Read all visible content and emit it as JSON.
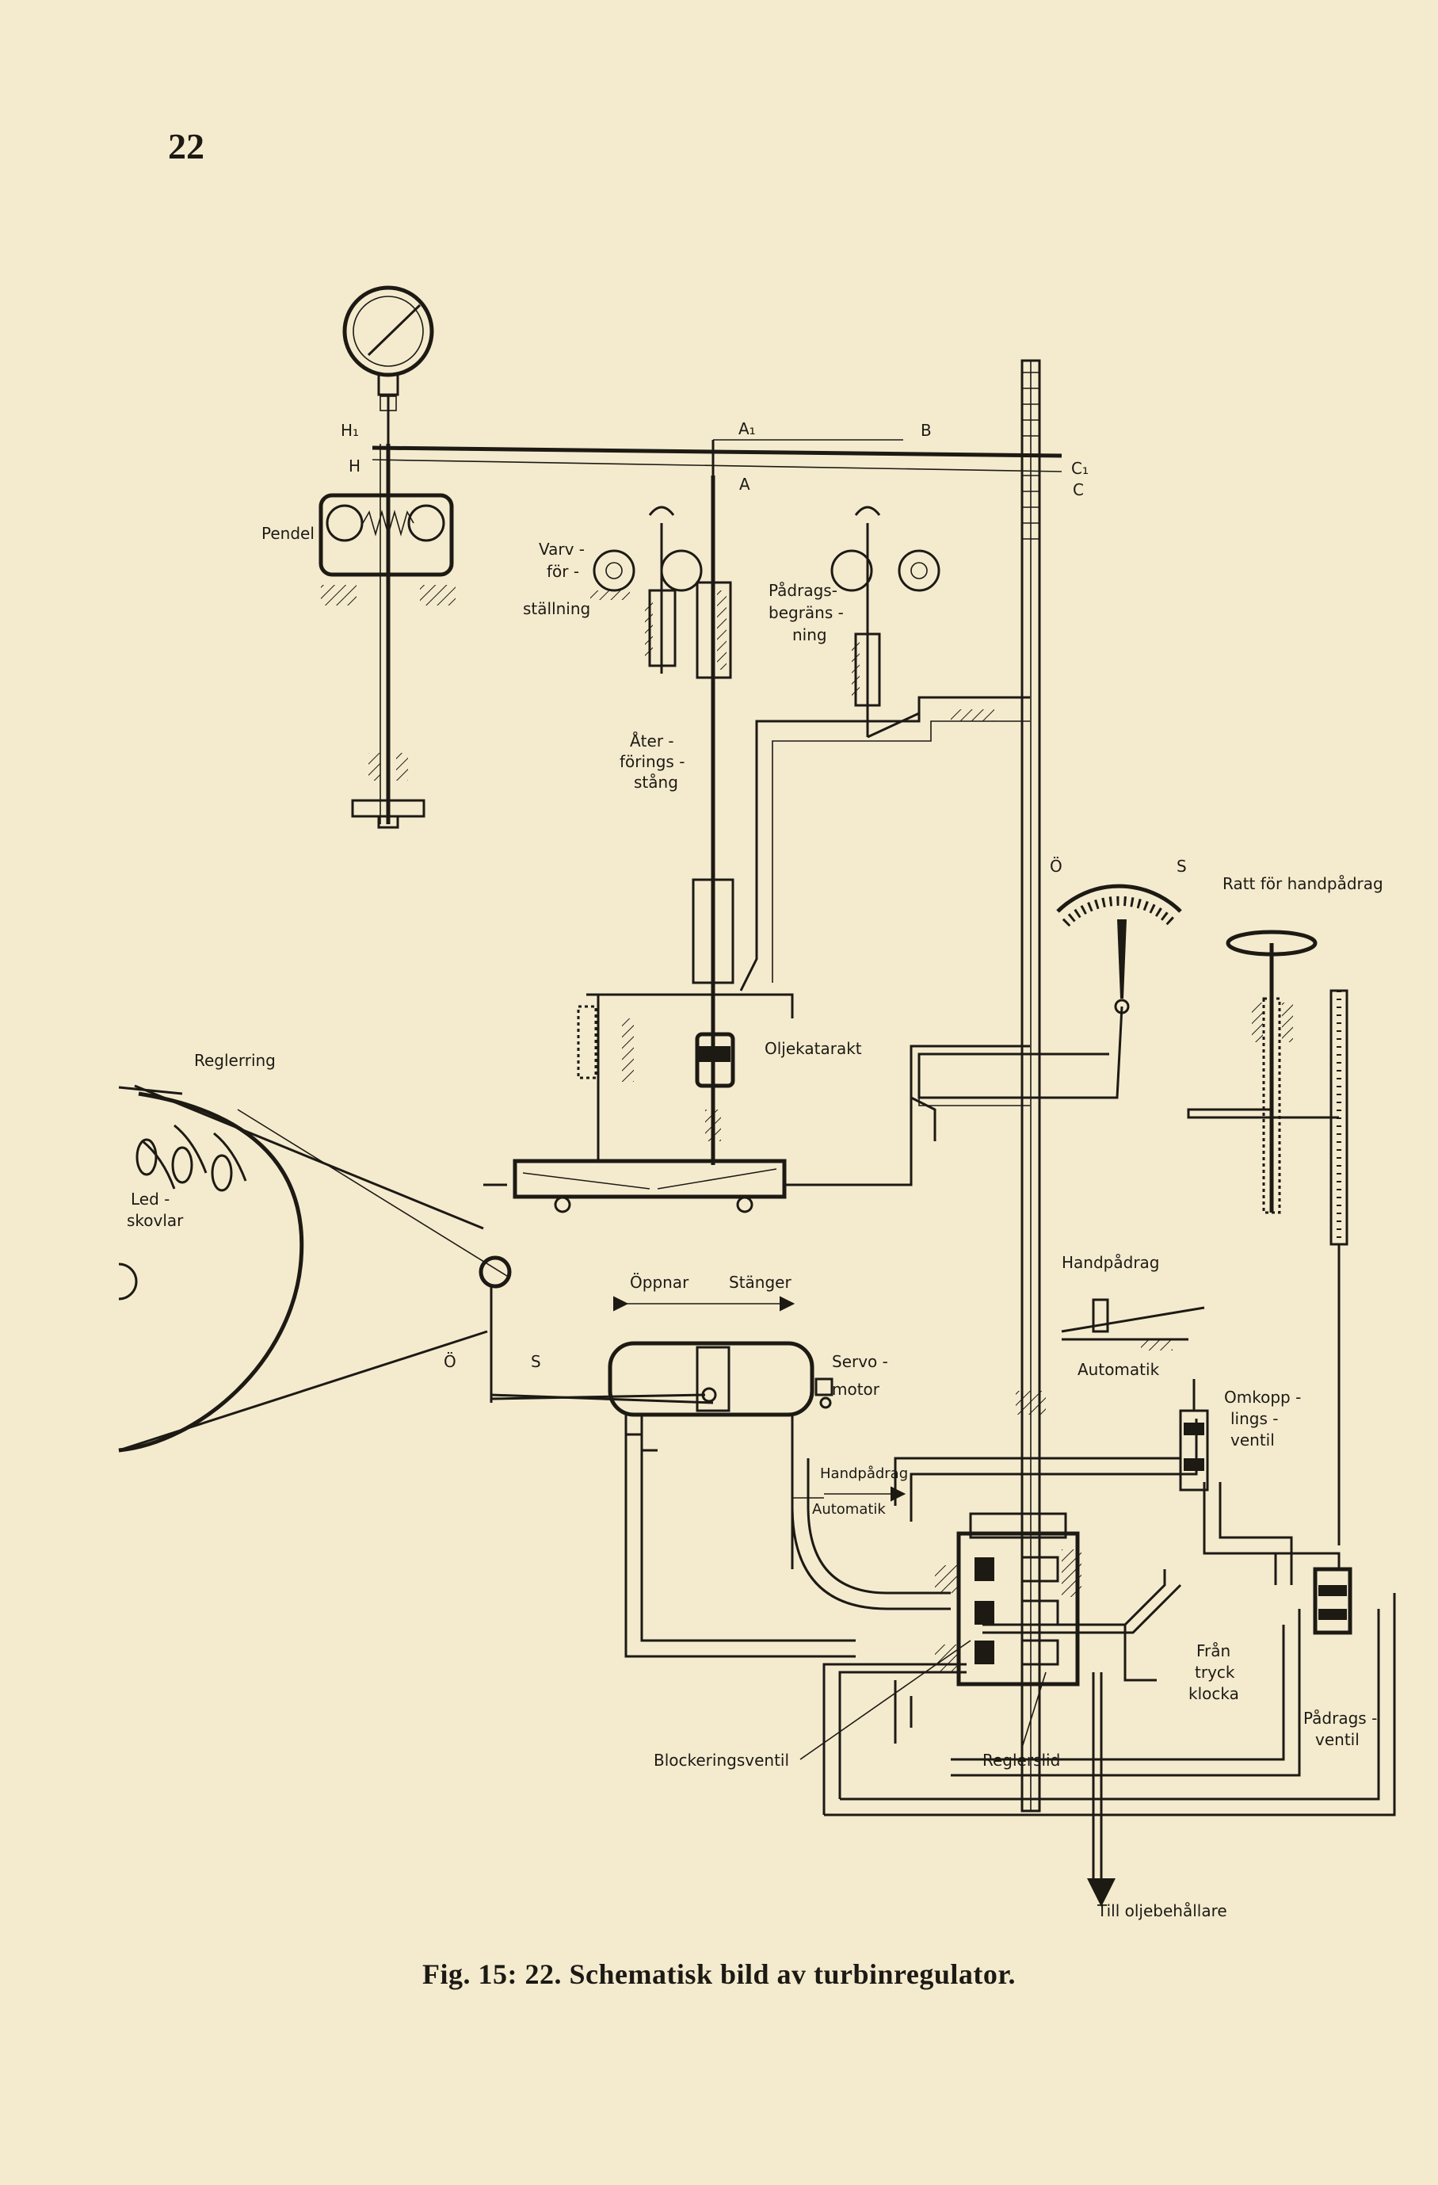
{
  "page_number": "22",
  "caption": "Fig. 15: 22. Schematisk bild av turbinregulator.",
  "background_text": "",
  "labels": {
    "H1": "H₁",
    "H": "H",
    "A1": "A₁",
    "A": "A",
    "B": "B",
    "C1": "C₁",
    "C": "C",
    "pendel": "Pendel",
    "varv_1": "Varv -",
    "varv_2": "för -",
    "varv_3": "ställning",
    "padrag_begr_1": "Pådrags-",
    "padrag_begr_2": "begräns -",
    "padrag_begr_3": "ning",
    "ater_1": "Åter -",
    "ater_2": "förings -",
    "ater_3": "stång",
    "O_upper": "Ö",
    "S_upper": "S",
    "ratt": "Ratt för handpådrag",
    "reglerring": "Reglerring",
    "oljekatarakt": "Oljekatarakt",
    "led_1": "Led -",
    "led_2": "skovlar",
    "oppnar": "Öppnar",
    "stanger": "Stänger",
    "handpadrag_top": "Handpådrag",
    "automatik_top": "Automatik",
    "servo_1": "Servo -",
    "servo_2": "motor",
    "O_lower": "Ö",
    "S_lower": "S",
    "omkopp_1": "Omkopp -",
    "omkopp_2": "lings -",
    "omkopp_3": "ventil",
    "handpadrag_mid": "Handpådrag",
    "automatik_mid": "Automatik",
    "fran_1": "Från",
    "fran_2": "tryck",
    "fran_3": "klocka",
    "padrags_1": "Pådrags -",
    "padrags_2": "ventil",
    "blockeringsventil": "Blockeringsventil",
    "reglerslid": "Reglerslid",
    "till": "Till oljebehållare"
  },
  "colors": {
    "paper": "#f4ebcf",
    "ink": "#1d1a14"
  }
}
